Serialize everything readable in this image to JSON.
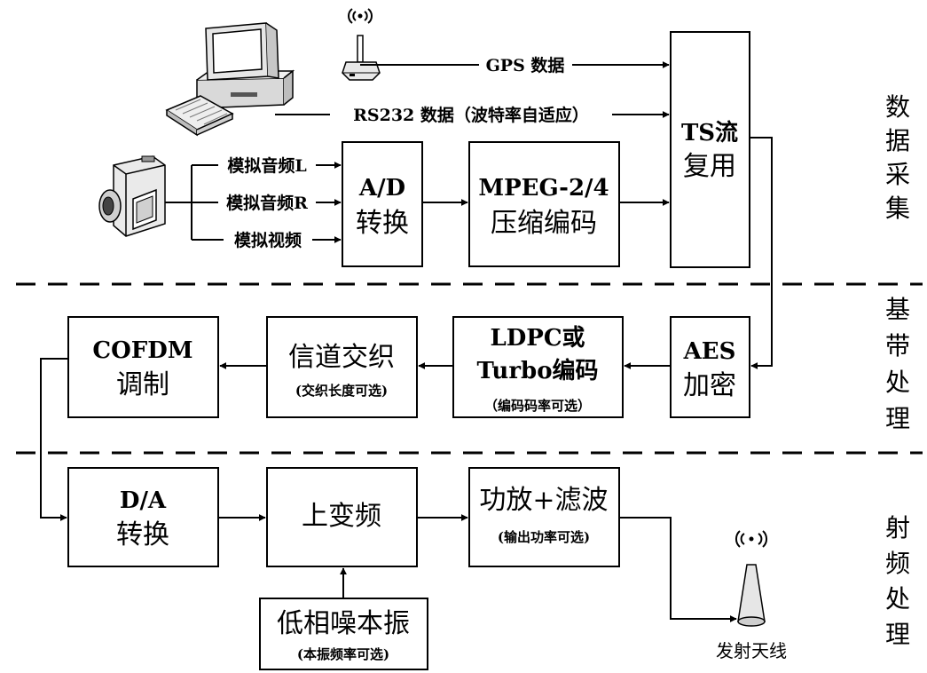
{
  "inputs": {
    "gps_label": "GPS 数据",
    "rs232_label": "RS232 数据（波特率自适应）",
    "audio_l": "模拟音频L",
    "audio_r": "模拟音频R",
    "video": "模拟视频"
  },
  "blocks": {
    "ad": {
      "line1": "A/D",
      "line2": "转换"
    },
    "mpeg": {
      "line1": "MPEG-2/4",
      "line2": "压缩编码"
    },
    "ts": {
      "line1": "TS流",
      "line2": "复用"
    },
    "aes": {
      "line1": "AES",
      "line2": "加密"
    },
    "ldpc": {
      "line1": "LDPC或",
      "line2": "Turbo编码",
      "note": "（编码码率可选）"
    },
    "interleave": {
      "line1": "信道交织",
      "note": "(交织长度可选)"
    },
    "cofdm": {
      "line1": "COFDM",
      "line2": "调制"
    },
    "da": {
      "line1": "D/A",
      "line2": "转换"
    },
    "upconv": {
      "line1": "上变频"
    },
    "pa": {
      "line1": "功放+滤波",
      "note": "(输出功率可选)"
    },
    "lo": {
      "line1": "低相噪本振",
      "note": "(本振频率可选)"
    }
  },
  "antenna_label": "发射天线",
  "sections": [
    {
      "chars": [
        "数",
        "据",
        "采",
        "集"
      ]
    },
    {
      "chars": [
        "基",
        "带",
        "处",
        "理"
      ]
    },
    {
      "chars": [
        "射",
        "频",
        "处",
        "理"
      ]
    }
  ]
}
